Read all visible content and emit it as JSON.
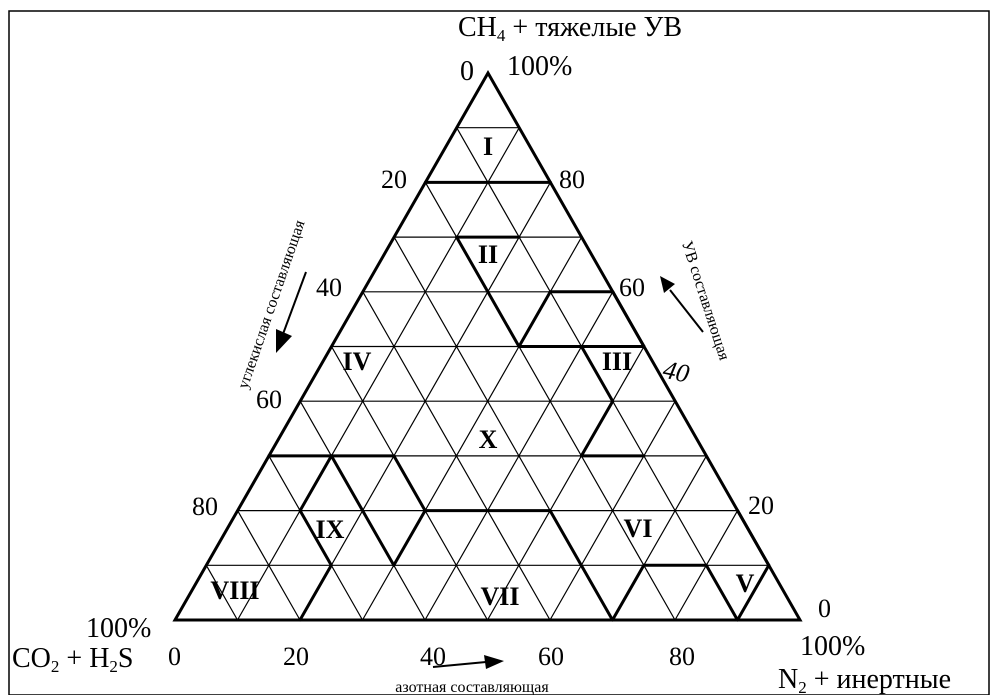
{
  "corners": {
    "top_label": {
      "main": "CH",
      "sub": "4",
      "tail": " + тяжелые УВ"
    },
    "top_zero": "0",
    "top_pct": "100%",
    "left_pct": "100%",
    "left_label": {
      "pre": "CO",
      "sub1": "2",
      "mid": " + H",
      "sub2": "2",
      "tail": "S"
    },
    "right_pct": "100%",
    "right_label": {
      "pre": "N",
      "sub": "2",
      "tail": " + инертные"
    }
  },
  "ticks": {
    "bottom": [
      "0",
      "20",
      "40",
      "60",
      "80"
    ],
    "left": [
      "20",
      "40",
      "60",
      "80"
    ],
    "right_upper": [
      "80",
      "60"
    ],
    "right_lower": [
      "40",
      "20",
      "0"
    ]
  },
  "zones": [
    "I",
    "II",
    "III",
    "IV",
    "V",
    "VI",
    "VII",
    "VIII",
    "IX",
    "X"
  ],
  "axes": {
    "left": "углекислая составляющая",
    "right": "УВ составляющая",
    "bottom": "азотная составляющая"
  }
}
